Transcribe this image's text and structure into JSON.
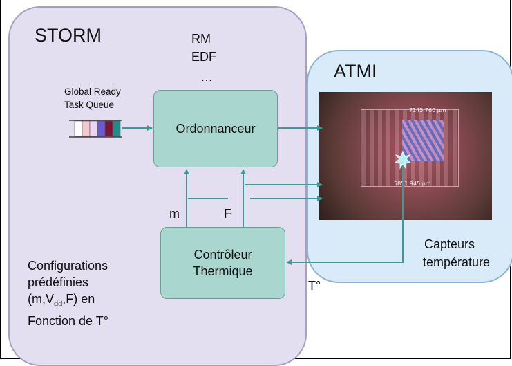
{
  "storm": {
    "title": "STORM",
    "policies": [
      "RM",
      "EDF",
      "…"
    ],
    "queue_label_1": "Global Ready",
    "queue_label_2": "Task Queue",
    "queue_colors": [
      "#ffffff",
      "#f3c8cf",
      "#ead8f0",
      "#6a5ad0",
      "#7a1638",
      "#1f8c8c"
    ],
    "scheduler": "Ordonnanceur",
    "controller_1": "Contrôleur",
    "controller_2": "Thermique",
    "label_m": "m",
    "label_f": "F",
    "config_1": "Configurations",
    "config_2": "prédéfinies",
    "config_3_prefix": "(m,V",
    "config_3_sub": "dd",
    "config_3_suffix": ",F) en",
    "config_4": "Fonction de T°"
  },
  "atmi": {
    "title": "ATMI",
    "sensors_1": "Capteurs",
    "sensors_2": "température",
    "chip_label_1": "7145.760 µm",
    "chip_label_2": "5851.945 µm",
    "temp_label": "T°"
  },
  "colors": {
    "storm_bg": "#e3def0",
    "atmi_bg": "#d9eaf8",
    "block": "#a9d7d0",
    "arrow": "#3a9b98"
  }
}
